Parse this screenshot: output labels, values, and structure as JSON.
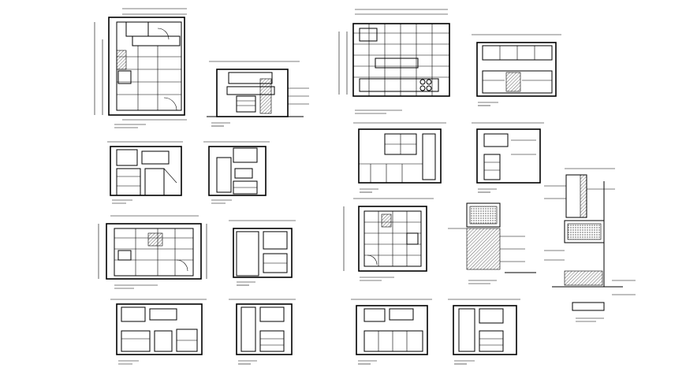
{
  "drawing": {
    "kind": "architectural kitchen plans and elevations",
    "views": [
      {
        "id": "plan-1",
        "label": ""
      },
      {
        "id": "elev-1",
        "label": ""
      },
      {
        "id": "elev-2",
        "label": ""
      },
      {
        "id": "elev-3",
        "label": ""
      },
      {
        "id": "plan-2",
        "label": ""
      },
      {
        "id": "elev-4",
        "label": ""
      },
      {
        "id": "elev-5",
        "label": ""
      },
      {
        "id": "elev-6",
        "label": ""
      },
      {
        "id": "plan-3",
        "label": ""
      },
      {
        "id": "elev-7",
        "label": ""
      },
      {
        "id": "elev-8",
        "label": ""
      },
      {
        "id": "elev-9",
        "label": ""
      },
      {
        "id": "plan-4",
        "label": ""
      },
      {
        "id": "section-1",
        "label": ""
      },
      {
        "id": "section-2",
        "label": ""
      },
      {
        "id": "elev-10",
        "label": ""
      },
      {
        "id": "elev-11",
        "label": ""
      }
    ],
    "colors": {
      "line": "#000000",
      "background": "#ffffff"
    }
  }
}
